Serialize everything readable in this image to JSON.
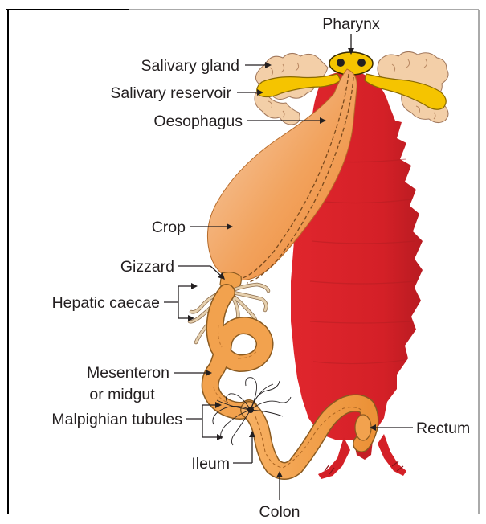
{
  "figure": {
    "labels": {
      "pharynx": "Pharynx",
      "salivary_gland": "Salivary gland",
      "salivary_reservoir": "Salivary reservoir",
      "oesophagus": "Oesophagus",
      "crop": "Crop",
      "gizzard": "Gizzard",
      "hepatic_caecae": "Hepatic caecae",
      "mesenteron_line1": "Mesenteron",
      "mesenteron_line2": "or midgut",
      "malpighian_tubules": "Malpighian tubules",
      "ileum": "Ileum",
      "rectum": "Rectum",
      "colon": "Colon"
    },
    "colors": {
      "body": "#d8232a",
      "body_dark": "#b01c22",
      "gut_orange": "#f0a04a",
      "crop_light": "#f4c9a4",
      "crop_dark": "#ee8a3a",
      "salivary_gland": "#f3cfa8",
      "salivary_reservoir": "#f5c400",
      "tubules": "#d9c4a0",
      "leader_lines": "#231f20"
    }
  }
}
